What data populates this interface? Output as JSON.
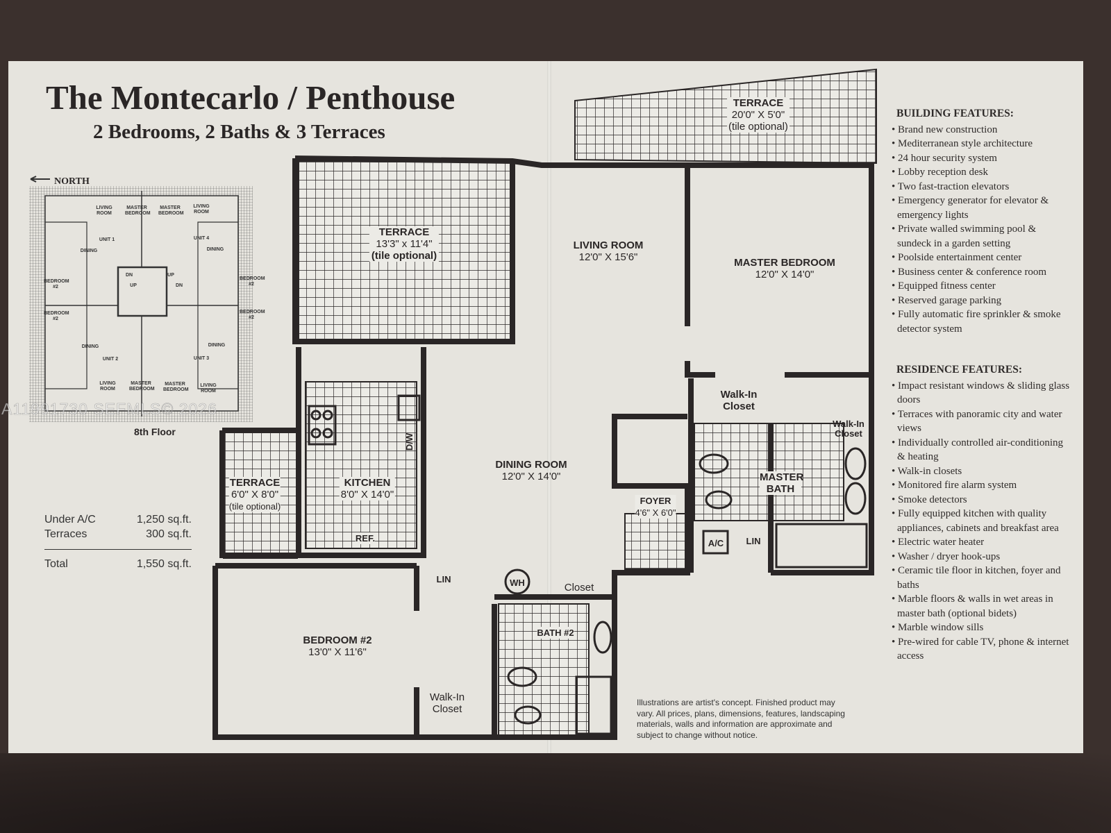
{
  "header": {
    "title": "The Montecarlo / Penthouse",
    "subtitle": "2 Bedrooms, 2 Baths & 3 Terraces"
  },
  "key_plan": {
    "north_label": "NORTH",
    "floor_label": "8th Floor",
    "labels": {
      "living_room": "LIVING ROOM",
      "master_bedroom": "MASTER BEDROOM",
      "dining": "DINING",
      "bedroom2": "BEDROOM #2",
      "unit1": "UNIT 1",
      "unit2": "UNIT 2",
      "unit3": "UNIT 3",
      "unit4": "UNIT 4",
      "dn": "DN",
      "up": "UP"
    }
  },
  "area_summary": {
    "rows": [
      {
        "label": "Under A/C",
        "value": "1,250 sq.ft."
      },
      {
        "label": "Terraces",
        "value": "300 sq.ft."
      }
    ],
    "total": {
      "label": "Total",
      "value": "1,550 sq.ft."
    }
  },
  "rooms": {
    "terrace_top": {
      "name": "TERRACE",
      "dim": "20'0\" X 5'0\"",
      "note": "(tile optional)"
    },
    "terrace_main": {
      "name": "TERRACE",
      "dim": "13'3\" x 11'4\"",
      "note": "(tile optional)"
    },
    "living_room": {
      "name": "LIVING ROOM",
      "dim": "12'0\" X 15'6\""
    },
    "master_bedroom": {
      "name": "MASTER BEDROOM",
      "dim": "12'0\" X 14'0\""
    },
    "walk_in_closet_1": "Walk-In Closet",
    "walk_in_closet_2": "Walk-In Closet",
    "walk_in_closet_3": "Walk-In Closet",
    "master_bath": "MASTER BATH",
    "dining_room": {
      "name": "DINING ROOM",
      "dim": "12'0\" X 14'0\""
    },
    "kitchen": {
      "name": "KITCHEN",
      "dim": "8'0\" X 14'0\""
    },
    "dw": "D/W",
    "ref": "REF.",
    "terrace_small": {
      "name": "TERRACE",
      "dim": "6'0\" X 8'0\"",
      "note": "(tile optional)"
    },
    "foyer": {
      "name": "FOYER",
      "dim": "4'6\" X 6'0\""
    },
    "ac": "A/C",
    "lin_1": "LIN",
    "lin_2": "LIN",
    "wh": "WH",
    "closet": "Closet",
    "bath2": "BATH #2",
    "bedroom2": {
      "name": "BEDROOM #2",
      "dim": "13'0\" X 11'6\""
    }
  },
  "building_features": {
    "heading": "BUILDING FEATURES:",
    "items": [
      "Brand new construction",
      "Mediterranean style architecture",
      "24 hour security system",
      "Lobby reception desk",
      "Two fast-traction elevators",
      "Emergency generator for elevator & emergency lights",
      "Private walled swimming pool & sundeck in a garden setting",
      "Poolside entertainment center",
      "Business center & conference room",
      "Equipped fitness center",
      "Reserved garage parking",
      "Fully automatic fire sprinkler & smoke detector system"
    ]
  },
  "residence_features": {
    "heading": "RESIDENCE FEATURES:",
    "items": [
      "Impact resistant windows & sliding glass doors",
      "Terraces with panoramic city and water views",
      "Individually controlled air-conditioning & heating",
      "Walk-in closets",
      "Monitored fire alarm system",
      "Smoke detectors",
      "Fully equipped kitchen with quality appliances, cabinets and breakfast area",
      "Electric water heater",
      "Washer / dryer hook-ups",
      "Ceramic tile floor in kitchen, foyer and baths",
      "Marble floors & walls in wet areas in master bath (optional bidets)",
      "Marble window sills",
      "Pre-wired for cable TV, phone & internet access"
    ]
  },
  "disclaimer": "Illustrations are artist's concept. Finished product may vary. All prices, plans, dimensions, features, landscaping materials, walls and information are approximate and subject to change without notice.",
  "watermark": "A11991730  SEFMLS© 2026"
}
